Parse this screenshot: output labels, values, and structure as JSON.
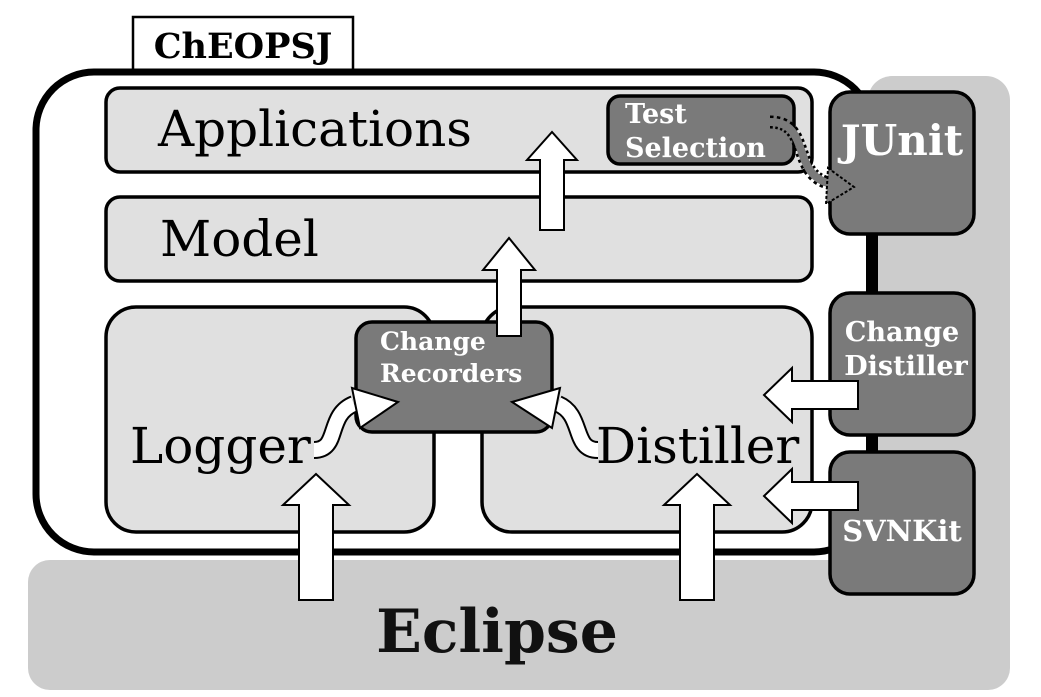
{
  "diagram": {
    "title_tab": "ChEOPSJ",
    "layers": {
      "applications": "Applications",
      "model": "Model",
      "logger": "Logger",
      "distiller": "Distiller"
    },
    "change_recorders": [
      "Change",
      "Recorders"
    ],
    "test_selection": [
      "Test",
      "Selection"
    ],
    "external": {
      "junit": "JUnit",
      "change_distiller": [
        "Change",
        "Distiller"
      ],
      "svnkit": "SVNKit"
    },
    "platform": "Eclipse"
  },
  "colors": {
    "light_fill": "#e0e0e0",
    "medium_fill": "#cccccc",
    "dark_fill": "#7a7a7a",
    "outline": "#000000",
    "white": "#ffffff"
  }
}
